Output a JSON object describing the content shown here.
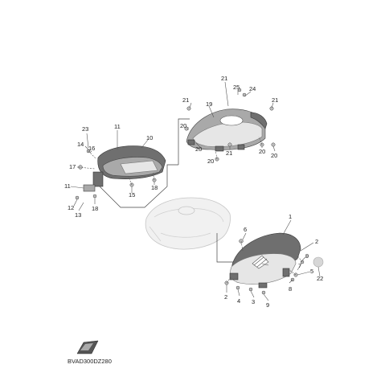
{
  "diagram_code": "BVAD300DZ280",
  "callouts": {
    "c1": "1",
    "c2a": "2",
    "c2b": "2",
    "c3": "3",
    "c4": "4",
    "c5": "5",
    "c6": "6",
    "c7": "7",
    "c8": "8",
    "c9a": "9",
    "c9b": "9",
    "c10": "10",
    "c11a": "11",
    "c11b": "11",
    "c12": "12",
    "c13": "13",
    "c14": "14",
    "c15": "15",
    "c16": "16",
    "c17": "17",
    "c18a": "18",
    "c18b": "18",
    "c19": "19",
    "c20a": "20",
    "c20b": "20",
    "c20c": "20",
    "c20d": "20",
    "c20e": "20",
    "c21a": "21",
    "c21b": "21",
    "c21c": "21",
    "c21d": "21",
    "c22": "22",
    "c23": "23",
    "c24": "24",
    "c25": "25"
  },
  "icons": {
    "tank": "fuel-tank-outline-icon",
    "logo": "manufacturer-emblem-icon"
  }
}
